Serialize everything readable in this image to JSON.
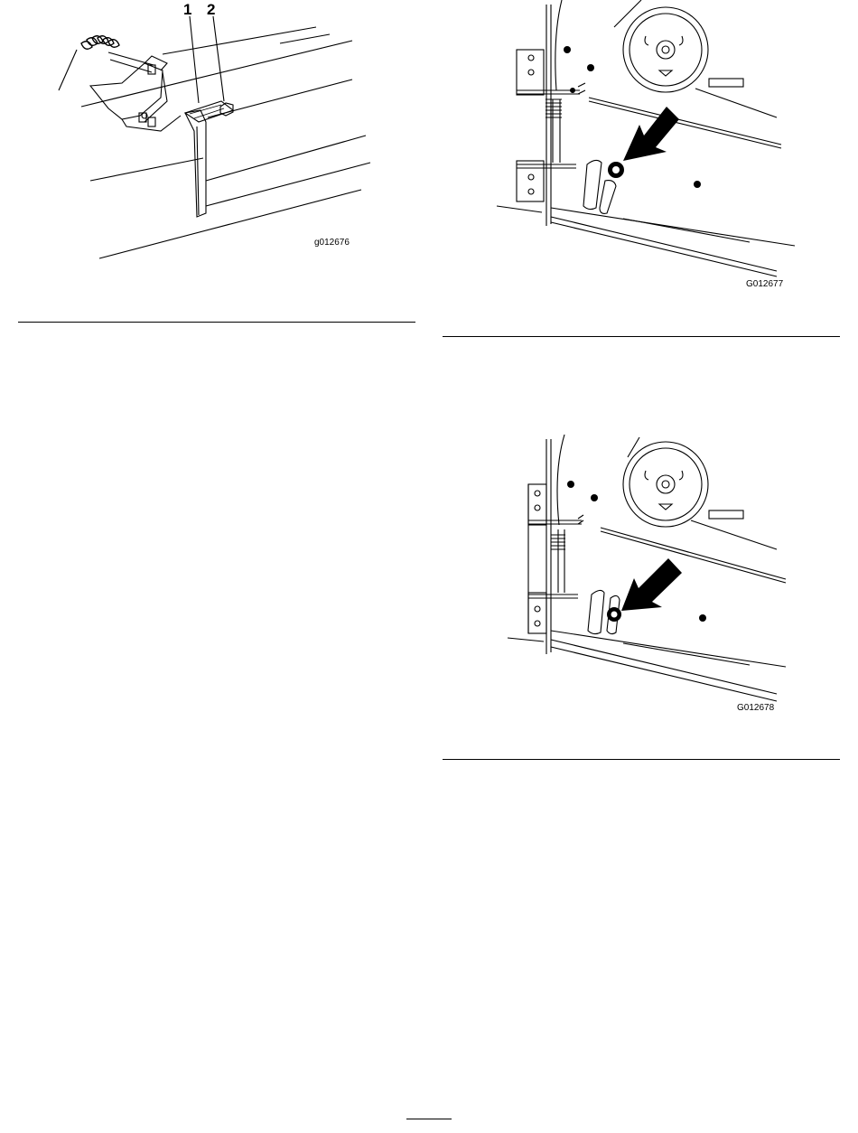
{
  "figure1": {
    "callouts": [
      "1",
      "2"
    ],
    "code": "g012676"
  },
  "figure2": {
    "code": "G012677"
  },
  "figure3": {
    "code": "G012678"
  },
  "icons": {
    "arrow": "bolt-pointer-arrow-icon"
  },
  "colors": {
    "ink": "#000000",
    "paper": "#ffffff"
  }
}
